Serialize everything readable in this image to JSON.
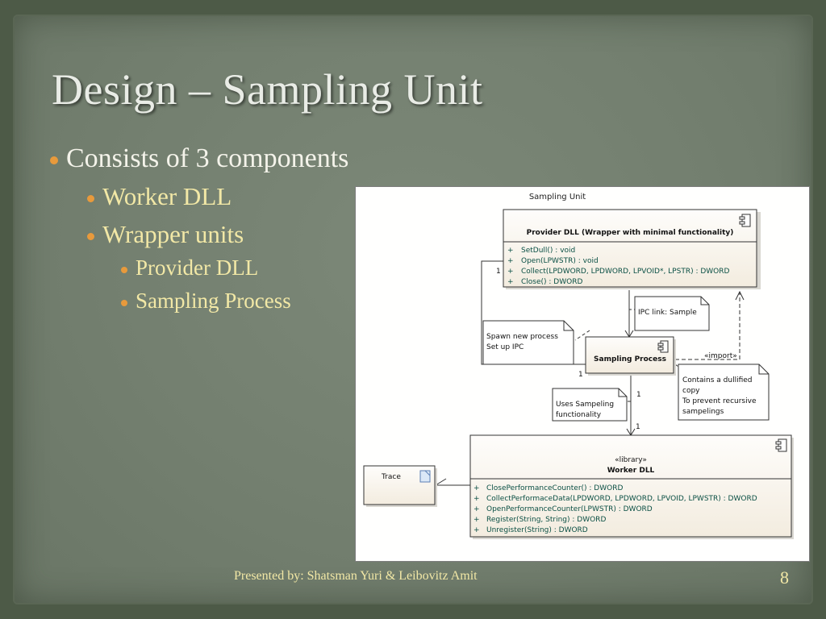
{
  "slide": {
    "title": "Design – Sampling Unit",
    "bullets": {
      "level1": "Consists of 3 components",
      "worker": "Worker DLL",
      "wrapper": "Wrapper units",
      "provider": "Provider DLL",
      "sampling": "Sampling Process"
    },
    "footer": "Presented by: Shatsman Yuri & Leibovitz Amit",
    "page_number": "8"
  },
  "diagram": {
    "title": "Sampling Unit",
    "provider": {
      "name": "Provider DLL (Wrapper with minimal functionality)",
      "methods": [
        "SetDull() : void",
        "Open(LPWSTR) : void",
        "Collect(LPDWORD, LPDWORD, LPVOID*, LPSTR) : DWORD",
        "Close() : DWORD"
      ]
    },
    "sampling_process": {
      "name": "Sampling Process"
    },
    "worker": {
      "stereotype": "«library»",
      "name": "Worker DLL",
      "methods": [
        "ClosePerformanceCounter() : DWORD",
        "CollectPerformaceData(LPDWORD, LPDWORD, LPVOID, LPWSTR) : DWORD",
        "OpenPerformanceCounter(LPWSTR) : DWORD",
        "Register(String, String) : DWORD",
        "Unregister(String) : DWORD"
      ]
    },
    "trace": "Trace",
    "visibility": "+",
    "notes": {
      "ipc": "IPC link: Sample",
      "spawn": [
        "Spawn new process",
        "Set up IPC"
      ],
      "dullified": [
        "Contains a dullified",
        "copy",
        "To prevent recursive",
        "sampelings"
      ],
      "uses": [
        "Uses Sampeling",
        "functionality"
      ]
    },
    "import_label": "«import»",
    "multiplicity": "1"
  }
}
